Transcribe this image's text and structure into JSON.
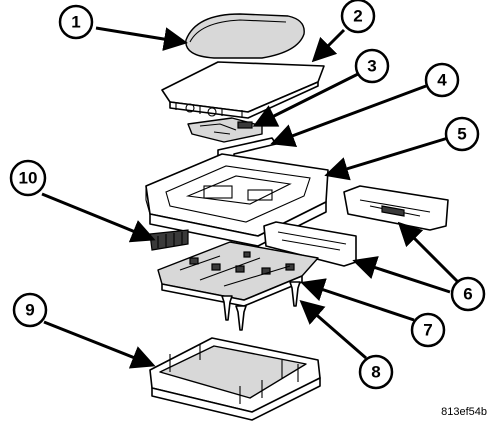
{
  "callouts": [
    "1",
    "2",
    "3",
    "4",
    "5",
    "6",
    "7",
    "8",
    "9",
    "10"
  ],
  "figure_code": "813ef54b",
  "colors": {
    "ink": "#000000",
    "paper": "#ffffff",
    "shade": "#d8d8d8"
  }
}
